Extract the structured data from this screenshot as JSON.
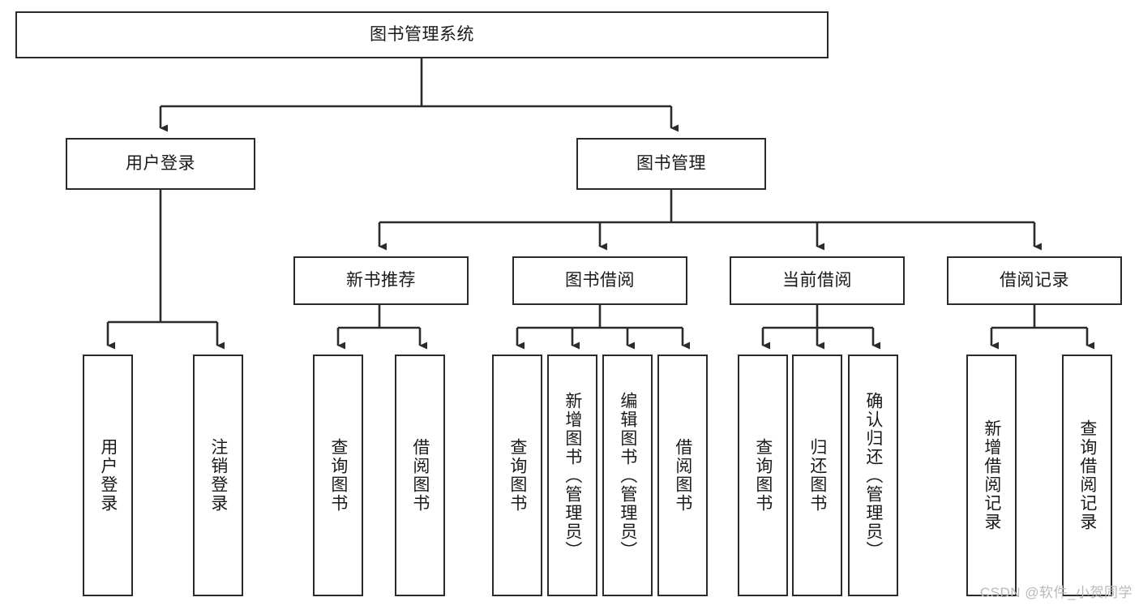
{
  "diagram": {
    "title": "图书管理系统",
    "type": "tree-hierarchy",
    "watermark": "CSDN @软件_小贺同学",
    "line_color": "#2b2b2b",
    "box_fill": "#ffffff",
    "text_color": "#1a1a1a",
    "watermark_color": "#b9b9b9"
  },
  "nodes": {
    "root": {
      "label": "图书管理系统",
      "level": 1
    },
    "level2": [
      {
        "id": "user-login",
        "label": "用户登录"
      },
      {
        "id": "book-manage",
        "label": "图书管理"
      }
    ],
    "level3": [
      {
        "id": "new-book-recommend",
        "label": "新书推荐"
      },
      {
        "id": "book-borrow",
        "label": "图书借阅"
      },
      {
        "id": "current-borrow",
        "label": "当前借阅"
      },
      {
        "id": "borrow-record",
        "label": "借阅记录"
      }
    ],
    "leaves": {
      "user-login": [
        {
          "id": "leaf-user-login",
          "label": "用户登录"
        },
        {
          "id": "leaf-logout",
          "label": "注销登录"
        }
      ],
      "new-book-recommend": [
        {
          "id": "leaf-query-book-1",
          "label": "查询图书"
        },
        {
          "id": "leaf-borrow-book-1",
          "label": "借阅图书"
        }
      ],
      "book-borrow": [
        {
          "id": "leaf-query-book-2",
          "label": "查询图书"
        },
        {
          "id": "leaf-add-book",
          "label": "新增图书（管理员）"
        },
        {
          "id": "leaf-edit-book",
          "label": "编辑图书（管理员）"
        },
        {
          "id": "leaf-borrow-book-2",
          "label": "借阅图书"
        }
      ],
      "current-borrow": [
        {
          "id": "leaf-query-book-3",
          "label": "查询图书"
        },
        {
          "id": "leaf-return-book",
          "label": "归还图书"
        },
        {
          "id": "leaf-confirm-return",
          "label": "确认归还（管理员）"
        }
      ],
      "borrow-record": [
        {
          "id": "leaf-add-record",
          "label": "新增借阅记录"
        },
        {
          "id": "leaf-query-record",
          "label": "查询借阅记录"
        }
      ]
    }
  }
}
